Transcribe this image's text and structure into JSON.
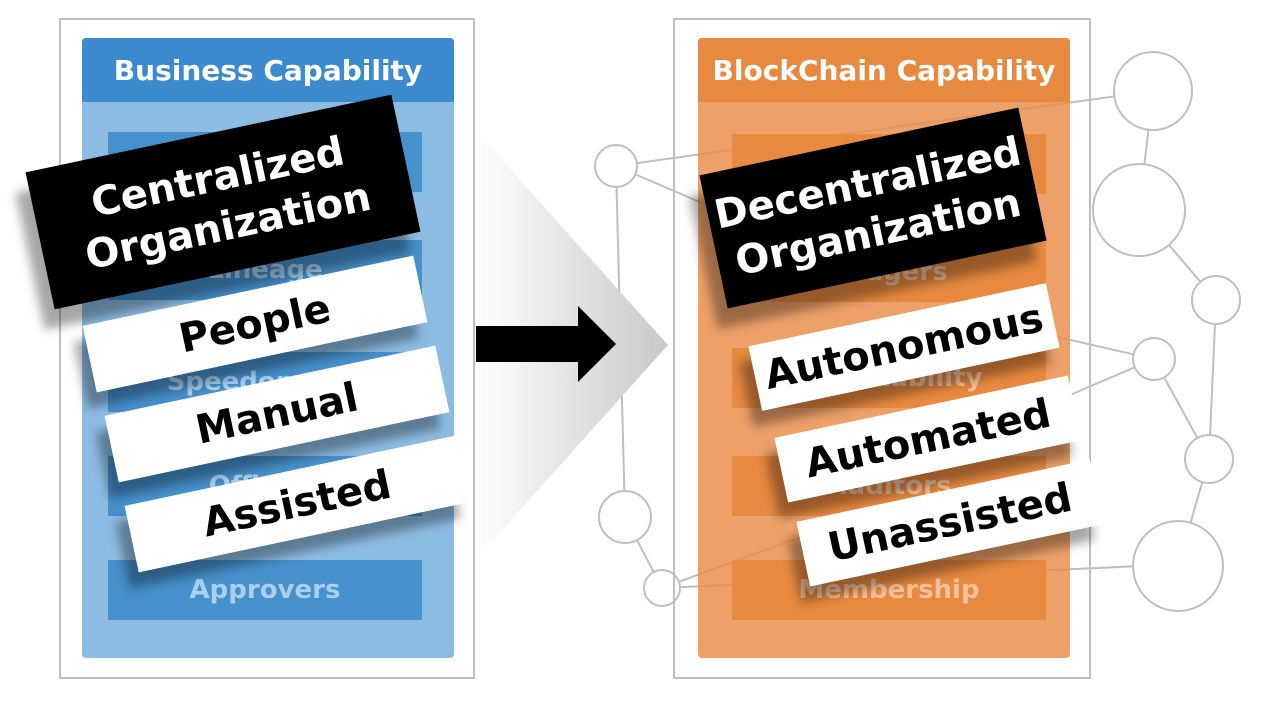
{
  "left": {
    "header": "Business Capability",
    "items": [
      "Lineage",
      "Speedometer",
      "Officers",
      "Approvers"
    ],
    "tag": {
      "line1": "Centralized",
      "line2": "Organization"
    },
    "labels": [
      "People",
      "Manual",
      "Assisted"
    ]
  },
  "right": {
    "header": "BlockChain Capability",
    "items": [
      "Ledgers",
      "Immutability",
      "Auditors",
      "Membership"
    ],
    "tag": {
      "line1": "Decentralized",
      "line2": "Organization"
    },
    "labels": [
      "Autonomous",
      "Automated",
      "Unassisted"
    ]
  },
  "colors": {
    "blue_header": "#3c8bcf",
    "blue_body": "#8dbce3",
    "orange_header": "#e7893f",
    "orange_body": "#ed9c60",
    "arrow": "#000000",
    "network": "#bfbfbf"
  }
}
